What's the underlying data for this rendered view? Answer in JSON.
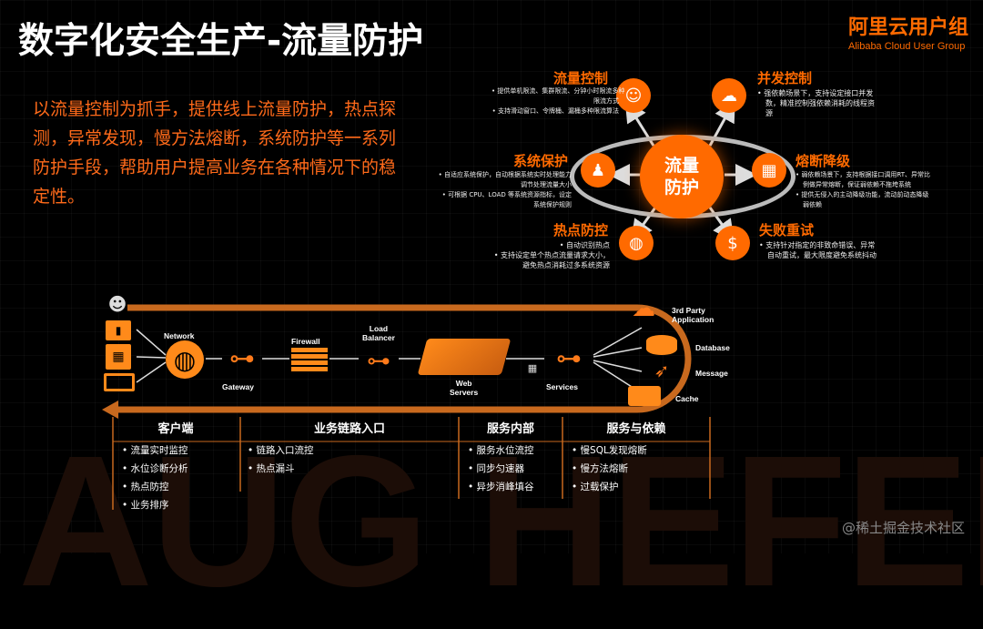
{
  "header": {
    "title": "数字化安全生产-流量防护",
    "brand_cn": "阿里云用户组",
    "brand_en": "Alibaba Cloud User Group"
  },
  "intro": "以流量控制为抓手，提供线上流量防护，热点探测，异常发现，慢方法熔断，系统防护等一系列防护手段，帮助用户提高业务在各种情况下的稳定性。",
  "hub": {
    "line1": "流量",
    "line2": "防护"
  },
  "nodes": {
    "flow": {
      "title": "流量控制",
      "desc": [
        "提供单机限流、集群限流、分钟小时限流多种",
        "限流方式",
        "支持滑动窗口、令牌桶、漏桶多种限流算法"
      ]
    },
    "concurrency": {
      "title": "并发控制",
      "desc": [
        "强依赖场景下，支持设定接口并发",
        "数，精准控制强依赖消耗的线程资",
        "源"
      ]
    },
    "system": {
      "title": "系统保护",
      "desc": [
        "自适应系统保护，自动根据系统实时处理能力",
        "调节处理流量大小",
        "可根据 CPU、LOAD 等系统资源指标，设定",
        "系统保护规则"
      ]
    },
    "circuit": {
      "title": "熔断降级",
      "desc": [
        "弱依赖场景下，支持根据接口调用RT、异常比",
        "例做异常熔断，保证弱依赖不拖垮系统",
        "提供无侵入的主动降级功能，流动前动态降级",
        "弱依赖"
      ]
    },
    "hotspot": {
      "title": "热点防控",
      "desc": [
        "自动识别热点",
        "支持设定单个热点流量请求大小，",
        "避免热点消耗过多系统资源"
      ]
    },
    "retry": {
      "title": "失败重试",
      "desc": [
        "支持针对指定的非致命错误、异常",
        "自动重试，最大限度避免系统抖动"
      ]
    }
  },
  "pipeline": {
    "network": "Network",
    "gateway": "Gateway",
    "firewall": "Firewall",
    "lb_line1": "Load",
    "lb_line2": "Balancer",
    "web_line1": "Web",
    "web_line2": "Servers",
    "services": "Services",
    "third_party_line1": "3rd Party",
    "third_party_line2": "Application",
    "database": "Database",
    "message": "Message",
    "cache": "Cache"
  },
  "columns": [
    {
      "title": "客户端",
      "items": [
        "流量实时监控",
        "水位诊断分析",
        "热点防控",
        "业务排序"
      ]
    },
    {
      "title": "业务链路入口",
      "items": [
        "链路入口流控",
        "热点漏斗"
      ]
    },
    {
      "title": "服务内部",
      "items": [
        "服务水位流控",
        "同步匀速器",
        "异步消峰填谷"
      ]
    },
    {
      "title": "服务与依赖",
      "items": [
        "慢SQL发现熔断",
        "慢方法熔断",
        "过载保护"
      ]
    }
  ],
  "watermark": "AUG HEFEI",
  "footer": "@稀土掘金技术社区",
  "colors": {
    "accent": "#ff6a00",
    "text": "#ffffff",
    "muted": "#888888"
  }
}
